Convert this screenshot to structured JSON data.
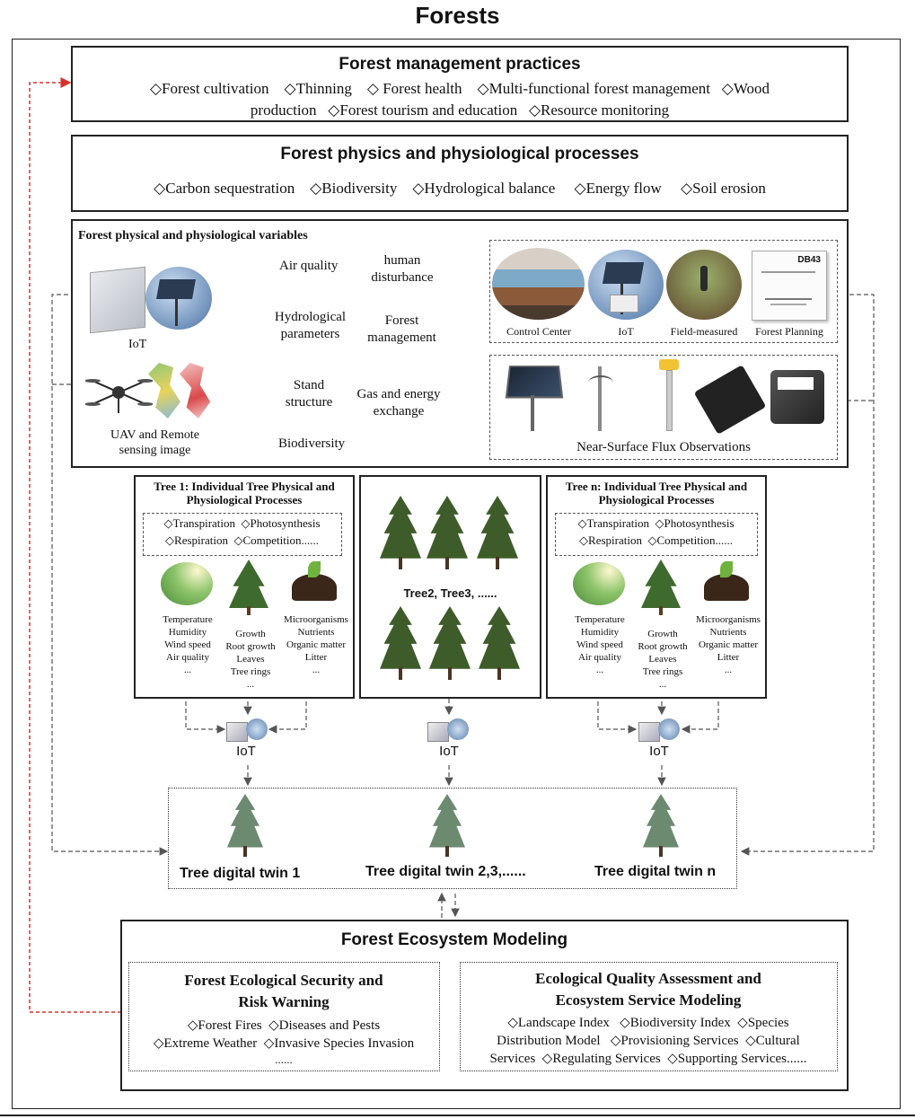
{
  "title": "Forests",
  "management": {
    "title": "Forest management practices",
    "line1": "◇Forest cultivation    ◇Thinning    ◇ Forest health    ◇Multi-functional forest management   ◇Wood",
    "line2": "production   ◇Forest tourism and education   ◇Resource monitoring"
  },
  "physics": {
    "title": "Forest physics and physiological processes",
    "items": "◇Carbon sequestration    ◇Biodiversity    ◇Hydrological balance     ◇Energy flow     ◇Soil erosion"
  },
  "variables": {
    "title": "Forest physical and physiological variables",
    "iot_label": "IoT",
    "uav_label_1": "UAV and Remote",
    "uav_label_2": "sensing image",
    "air_quality": "Air quality",
    "hydro_1": "Hydrological",
    "hydro_2": "parameters",
    "human_1": "human",
    "human_2": "disturbance",
    "forest_mgmt_1": "Forest",
    "forest_mgmt_2": "management",
    "stand_1": "Stand",
    "stand_2": "structure",
    "biodiversity": "Biodiversity",
    "gas_1": "Gas and energy",
    "gas_2": "exchange",
    "control_center": "Control Center",
    "iot2": "IoT",
    "field_measured": "Field-measured",
    "forest_planning": "Forest Planning",
    "planning_doc_code": "DB43",
    "flux": "Near-Surface Flux Observations"
  },
  "tree1": {
    "title_1": "Tree 1: Individual Tree Physical and",
    "title_2": "Physiological Processes",
    "proc_1": "◇Transpiration  ◇Photosynthesis",
    "proc_2": "◇Respiration  ◇Competition......",
    "col1": [
      "Temperature",
      "Humidity",
      "Wind speed",
      "Air quality",
      "..."
    ],
    "col2": [
      "Growth",
      "Root growth",
      "Leaves",
      "Tree rings",
      "..."
    ],
    "col3": [
      "Microorganisms",
      "Nutrients",
      "Organic matter",
      "Litter",
      "..."
    ]
  },
  "middle": {
    "label": "Tree2, Tree3, ......"
  },
  "treen": {
    "title_1": "Tree n: Individual Tree Physical and",
    "title_2": "Physiological Processes",
    "proc_1": "◇Transpiration  ◇Photosynthesis",
    "proc_2": "◇Respiration  ◇Competition......",
    "col1": [
      "Temperature",
      "Humidity",
      "Wind speed",
      "Air quality",
      "..."
    ],
    "col2": [
      "Growth",
      "Root growth",
      "Leaves",
      "Tree rings",
      "..."
    ],
    "col3": [
      "Microorganisms",
      "Nutrients",
      "Organic matter",
      "Litter",
      "..."
    ]
  },
  "iot_nodes": [
    "IoT",
    "IoT",
    "IoT"
  ],
  "twins": [
    "Tree digital twin 1",
    "Tree digital twin 2,3,......",
    "Tree digital twin n"
  ],
  "modeling": {
    "title": "Forest Ecosystem Modeling",
    "left_title_1": "Forest Ecological Security and",
    "left_title_2": "Risk Warning",
    "left_1": "◇Forest Fires  ◇Diseases and Pests",
    "left_2": "◇Extreme Weather  ◇Invasive Species Invasion",
    "left_3": "......",
    "right_title_1": "Ecological Quality Assessment and",
    "right_title_2": "Ecosystem Service Modeling",
    "right_1": "◇Landscape Index   ◇Biodiversity Index  ◇Species",
    "right_2": "Distribution Model   ◇Provisioning Services  ◇Cultural",
    "right_3": "Services  ◇Regulating Services  ◇Supporting Services......"
  },
  "colors": {
    "feedback_arrow": "#d9302b",
    "line": "#555555"
  }
}
